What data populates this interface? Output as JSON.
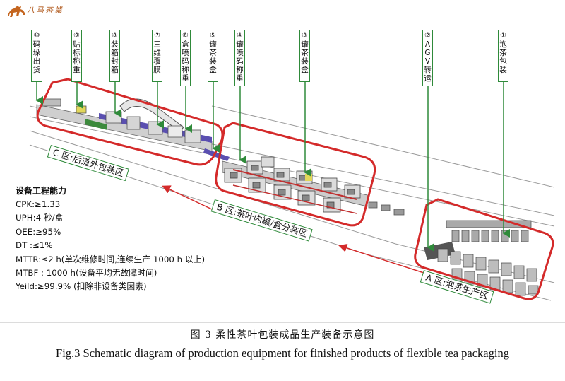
{
  "logo": {
    "text": "八马茶業",
    "icon": "horse-logo-icon"
  },
  "stations": [
    {
      "num": "⑩",
      "name": "码垛出货"
    },
    {
      "num": "⑨",
      "name": "贴标称重"
    },
    {
      "num": "⑧",
      "name": "装箱封箱"
    },
    {
      "num": "⑦",
      "name": "三维覆膜"
    },
    {
      "num": "⑥",
      "name": "盒喷码称重"
    },
    {
      "num": "⑤",
      "name": "罐茶装盒"
    },
    {
      "num": "④",
      "name": "罐喷码称重"
    },
    {
      "num": "③",
      "name": "罐茶装盒"
    },
    {
      "num": "②",
      "name": "AGV转运"
    },
    {
      "num": "①",
      "name": "泡茶包装"
    }
  ],
  "zones": {
    "c": "C 区:后道外包装区",
    "b": "B 区:茶叶内罐/盒分装区",
    "a": "A 区:泡茶生产区"
  },
  "metrics": {
    "title": "设备工程能力",
    "rows": [
      "CPK:≥1.33",
      "UPH:4 秒/盒",
      "OEE:≥95%",
      "DT :≤1%",
      "MTTR:≤2 h(单次维修时间,连续生产 1000 h 以上)",
      "MTBF : 1000 h(设备平均无故障时间)",
      "Yeild:≥99.9% (扣除非设备类因素)"
    ]
  },
  "caption": {
    "cn": "图 3   柔性茶叶包装成品生产装备示意图",
    "en": "Fig.3  Schematic diagram of production equipment for finished products of flexible tea packaging"
  },
  "colors": {
    "zone_outline": "#d42a2a",
    "label_border": "#2f8a3a",
    "arrow": "#2f8a3a",
    "conveyor": "#5a4fb0"
  }
}
